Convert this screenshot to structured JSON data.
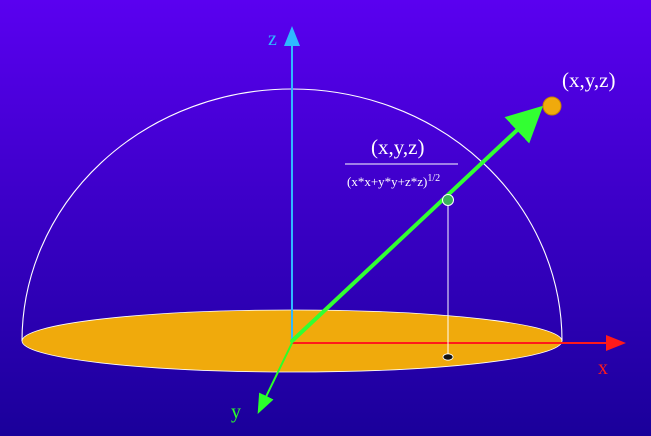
{
  "colors": {
    "background_top": "#5a00f0",
    "background_bottom": "#1a009a",
    "hemisphere_outline": "#ffffff",
    "disc_fill": "#f0aa0c",
    "z_axis": "#2fb8ff",
    "x_axis": "#ff1a1a",
    "y_axis": "#2aff2a",
    "vector": "#32ff32",
    "point_fill": "#f0aa0c",
    "unit_point_fill": "#3bb05b",
    "label_text": "#ffffff"
  },
  "labels": {
    "z_axis": "z",
    "x_axis": "x",
    "y_axis": "y",
    "point": "(x,y,z)",
    "unit_numerator": "(x,y,z)",
    "unit_denominator_base": "(x*x+y*y+z*z)",
    "unit_denominator_exponent": "1/2"
  }
}
